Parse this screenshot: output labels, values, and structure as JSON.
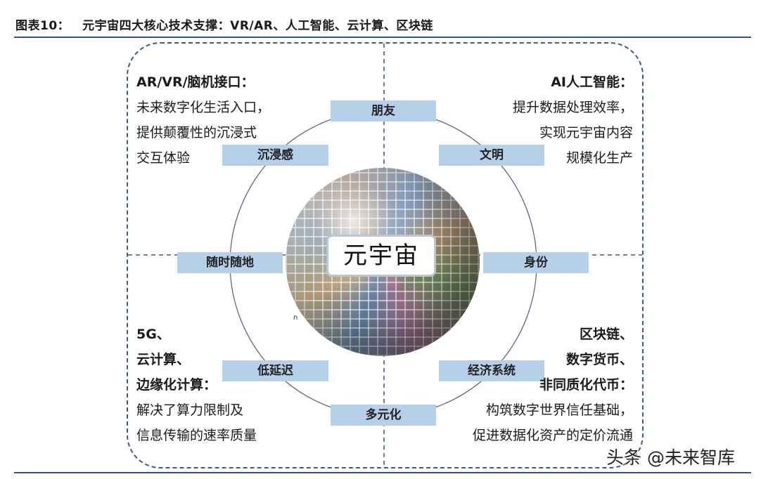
{
  "figure": {
    "label": "图表10：",
    "title": "元宇宙四大核心技术支撑：VR/AR、人工智能、云计算、区块链"
  },
  "center": {
    "label": "元宇宙"
  },
  "nodes": [
    {
      "id": "friends",
      "label": "朋友"
    },
    {
      "id": "immersion",
      "label": "沉浸感"
    },
    {
      "id": "civilization",
      "label": "文明"
    },
    {
      "id": "anytime",
      "label": "随时随地"
    },
    {
      "id": "identity",
      "label": "身份"
    },
    {
      "id": "low-latency",
      "label": "低延迟"
    },
    {
      "id": "economy",
      "label": "经济系统"
    },
    {
      "id": "diversity",
      "label": "多元化"
    }
  ],
  "quadrants": {
    "top_left": {
      "heading": "AR/VR/脑机接口：",
      "lines": [
        "未来数字化生活入口，",
        "提供颠覆性的沉浸式",
        "交互体验"
      ]
    },
    "top_right": {
      "heading": "AI人工智能：",
      "lines": [
        "提升数据处理效率，",
        "实现元宇宙内容",
        "规模化生产"
      ]
    },
    "bottom_left": {
      "headings": [
        "5G、",
        "云计算、",
        "边缘化计算："
      ],
      "lines": [
        "解决了算力限制及",
        "信息传输的速率质量"
      ]
    },
    "bottom_right": {
      "headings": [
        "区块链、",
        "数字货币、",
        "非同质化代币："
      ],
      "lines": [
        "构筑数字世界信任基础，",
        "促进数据化资产的定价流通"
      ]
    }
  },
  "misc": {
    "tiny_mark": "n"
  },
  "watermark": {
    "text": "头条 @未来智库"
  },
  "colors": {
    "rule": "#2f5597",
    "frame_dash": "#3f5b86",
    "node_fill": "#b6d0ea",
    "circle_stroke": "#4a5f86"
  }
}
